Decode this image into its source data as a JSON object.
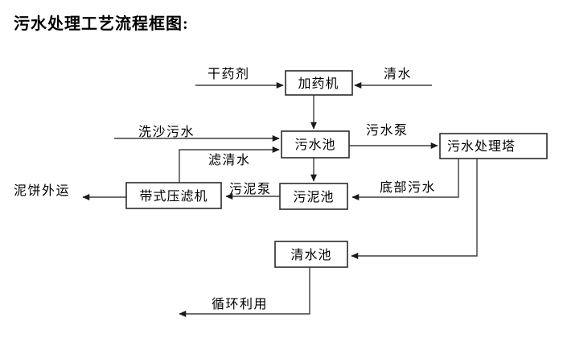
{
  "page": {
    "title": "污水处理工艺流程框图:"
  },
  "nodes": {
    "dosing_machine": "加药机",
    "sewage_pool": "污水池",
    "treatment_tower": "污水处理塔",
    "belt_filter_press": "带式压滤机",
    "sludge_pool": "污泥池",
    "clear_water_pool": "清水池"
  },
  "flow_labels": {
    "dry_chemical": "干药剂",
    "clear_water": "清水",
    "sand_washing_sewage": "洗沙污水",
    "sewage_pump": "污水泵",
    "filtered_water": "滤清水",
    "sludge_pump": "污泥泵",
    "bottom_sewage": "底部污水",
    "mud_cake_shipped_out": "泥饼外运",
    "recycling": "循环利用"
  },
  "colors": {
    "line": "#3f3f3f",
    "box_border": "#2b2b2b",
    "text": "#000000",
    "background": "#ffffff"
  }
}
